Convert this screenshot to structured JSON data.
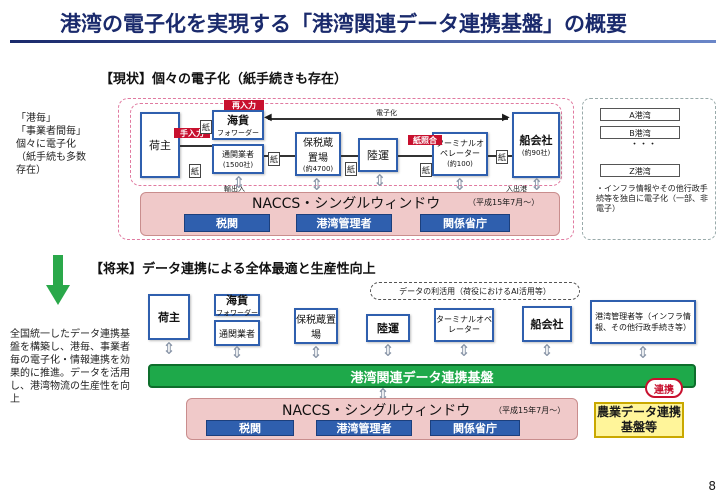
{
  "title": "港湾の電子化を実現する「港湾関連データ連携基盤」の概要",
  "current": {
    "heading": "【現状】個々の電子化（紙手続きも存在）",
    "left_note": [
      "「港毎」",
      "「事業者間毎」",
      "個々に電子化",
      "（紙手続も多数",
      "存在）"
    ],
    "actors": {
      "shipper": "荷主",
      "forwarder": "海貨",
      "forwarder_sub": "フォワーダー",
      "customs_broker": "通関業者",
      "customs_broker_count": "(1500社)",
      "warehouse": "保税蔵置場",
      "warehouse_count": "(約4700)",
      "land_transport": "陸運",
      "terminal_operator": "ターミナルオペレーター",
      "terminal_operator_count": "(約100)",
      "shipping_company": "船会社",
      "shipping_company_count": "(約90社)"
    },
    "red_tags": {
      "reentry_top": "再入力",
      "reentry_left": "手入力",
      "paper_cert": "紙照合"
    },
    "paper": "紙",
    "electronic": "電子化",
    "arrow_out": "輸出入",
    "arrow_in": "入出港",
    "naccs_title": "NACCS・シングルウィンドウ",
    "naccs_year": "（平成15年7月～）",
    "agencies": [
      "税関",
      "港湾管理者",
      "関係省庁"
    ],
    "ports": [
      "A港湾",
      "B港湾",
      "Z港湾"
    ],
    "ports_dots": "・・・",
    "ports_note": "・インフラ情報やその他行政手続等を独自に電子化（一部、非電子）"
  },
  "future": {
    "heading": "【将来】データ連携による全体最適と生産性向上",
    "left_note": "全国統一したデータ連携基盤を構築し、港毎、事業者毎の電子化・情報連携を効果的に推進。データを活用し、港湾物流の生産性を向上",
    "data_use": "データの利活用（荷役におけるAI活用等）",
    "actors": {
      "shipper": "荷主",
      "forwarder": "海貨",
      "forwarder_sub": "フォワーダー",
      "customs_broker": "通関業者",
      "warehouse": "保税蔵置場",
      "land_transport": "陸運",
      "terminal_operator": "ターミナルオペレーター",
      "shipping_company": "船会社"
    },
    "port_admin_box": "港湾管理者等（インフラ情報、その他行政手続き等）",
    "platform": "港湾関連データ連携基盤",
    "linkage": "連携",
    "naccs_title": "NACCS・シングルウィンドウ",
    "naccs_year": "（平成15年7月～）",
    "agencies": [
      "税関",
      "港湾管理者",
      "関係省庁"
    ],
    "agri_platform": "農業データ連携基盤等"
  },
  "page_number": "8",
  "colors": {
    "navy": "#1a2a6c",
    "blue": "#2f5fae",
    "green": "#1ea94a",
    "pink": "#f0c9c9",
    "red": "#c8102e",
    "yellow": "#fff59a"
  }
}
